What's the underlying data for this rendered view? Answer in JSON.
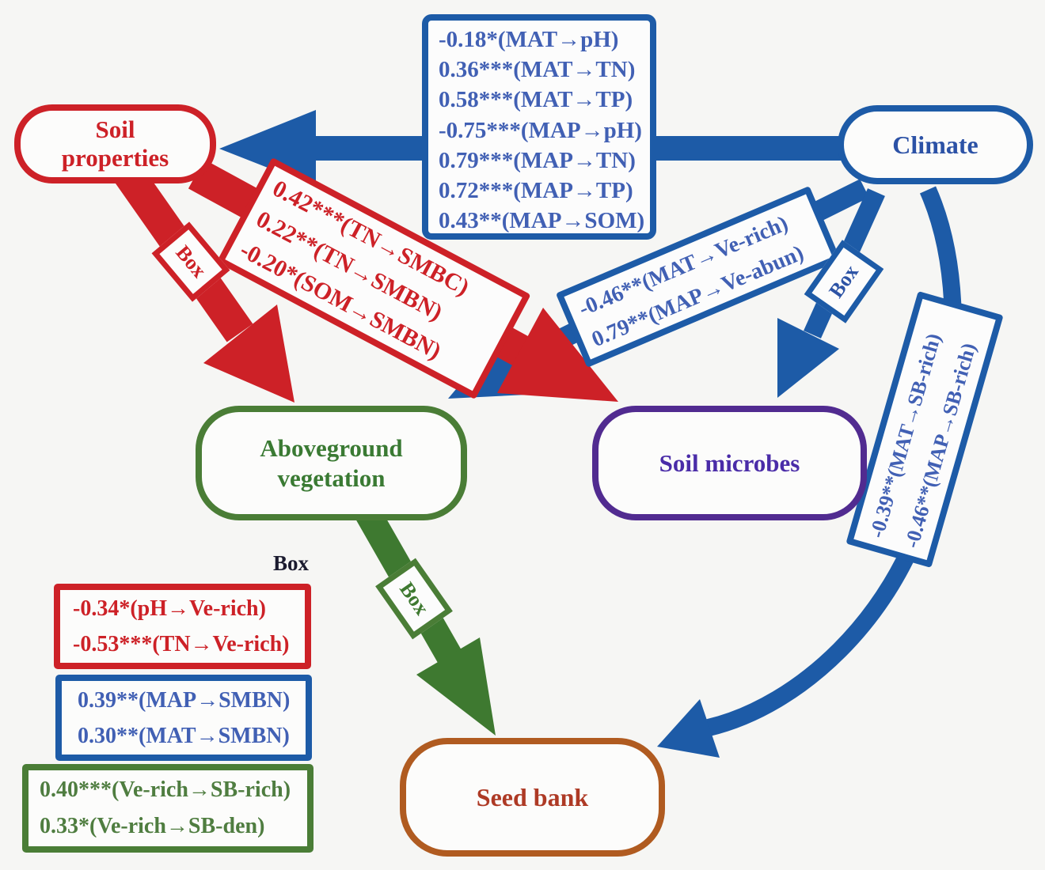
{
  "colors": {
    "red": "#cd2127",
    "blue": "#1d5ba7",
    "blue_text": "#4160b4",
    "green": "#4a7d36",
    "green_arrow": "#3e7930",
    "purple": "#512b90",
    "purple_text": "#4a2ca8",
    "brown": "#b05b20",
    "brown_text": "#ae3a25",
    "black": "#1b1b2f"
  },
  "nodes": {
    "soil_properties": {
      "line1": "Soil",
      "line2": "properties"
    },
    "climate": {
      "label": "Climate"
    },
    "aboveground_vegetation": {
      "line1": "Aboveground",
      "line2": "vegetation"
    },
    "soil_microbes": {
      "label": "Soil microbes"
    },
    "seed_bank": {
      "label": "Seed bank"
    }
  },
  "path_labels": {
    "climate_to_soil": {
      "lines": [
        "-0.18*(MAT→pH)",
        "0.36***(MAT→TN)",
        "0.58***(MAT→TP)",
        "-0.75***(MAP→pH)",
        "0.79***(MAP→TN)",
        "0.72***(MAP→TP)",
        "0.43**(MAP→SOM)"
      ]
    },
    "soil_to_microbes": {
      "lines": [
        "0.42***(TN→SMBC)",
        "0.22**(TN→SMBN)",
        "-0.20*(SOM→SMBN)"
      ]
    },
    "climate_to_vegetation": {
      "lines": [
        "-0.46**(MAT→Ve-rich)",
        "0.79**(MAP→Ve-abun)"
      ]
    },
    "climate_to_seedbank": {
      "lines": [
        "-0.39**(MAT→SB-rich)",
        "-0.46**(MAP→SB-rich)"
      ]
    }
  },
  "box_markers": {
    "soil_to_vegetation": "Box",
    "climate_to_microbes": "Box",
    "vegetation_to_seedbank": "Box"
  },
  "legend": {
    "title": "Box",
    "ph_tn_to_vegetation": {
      "lines": [
        "-0.34*(pH→Ve-rich)",
        "-0.53***(TN→Ve-rich)"
      ]
    },
    "climate_to_smbn": {
      "lines": [
        "0.39**(MAP→SMBN)",
        "0.30**(MAT→SMBN)"
      ]
    },
    "vegetation_to_seedbank": {
      "lines": [
        "0.40***(Ve-rich→SB-rich)",
        "0.33*(Ve-rich→SB-den)"
      ]
    }
  }
}
